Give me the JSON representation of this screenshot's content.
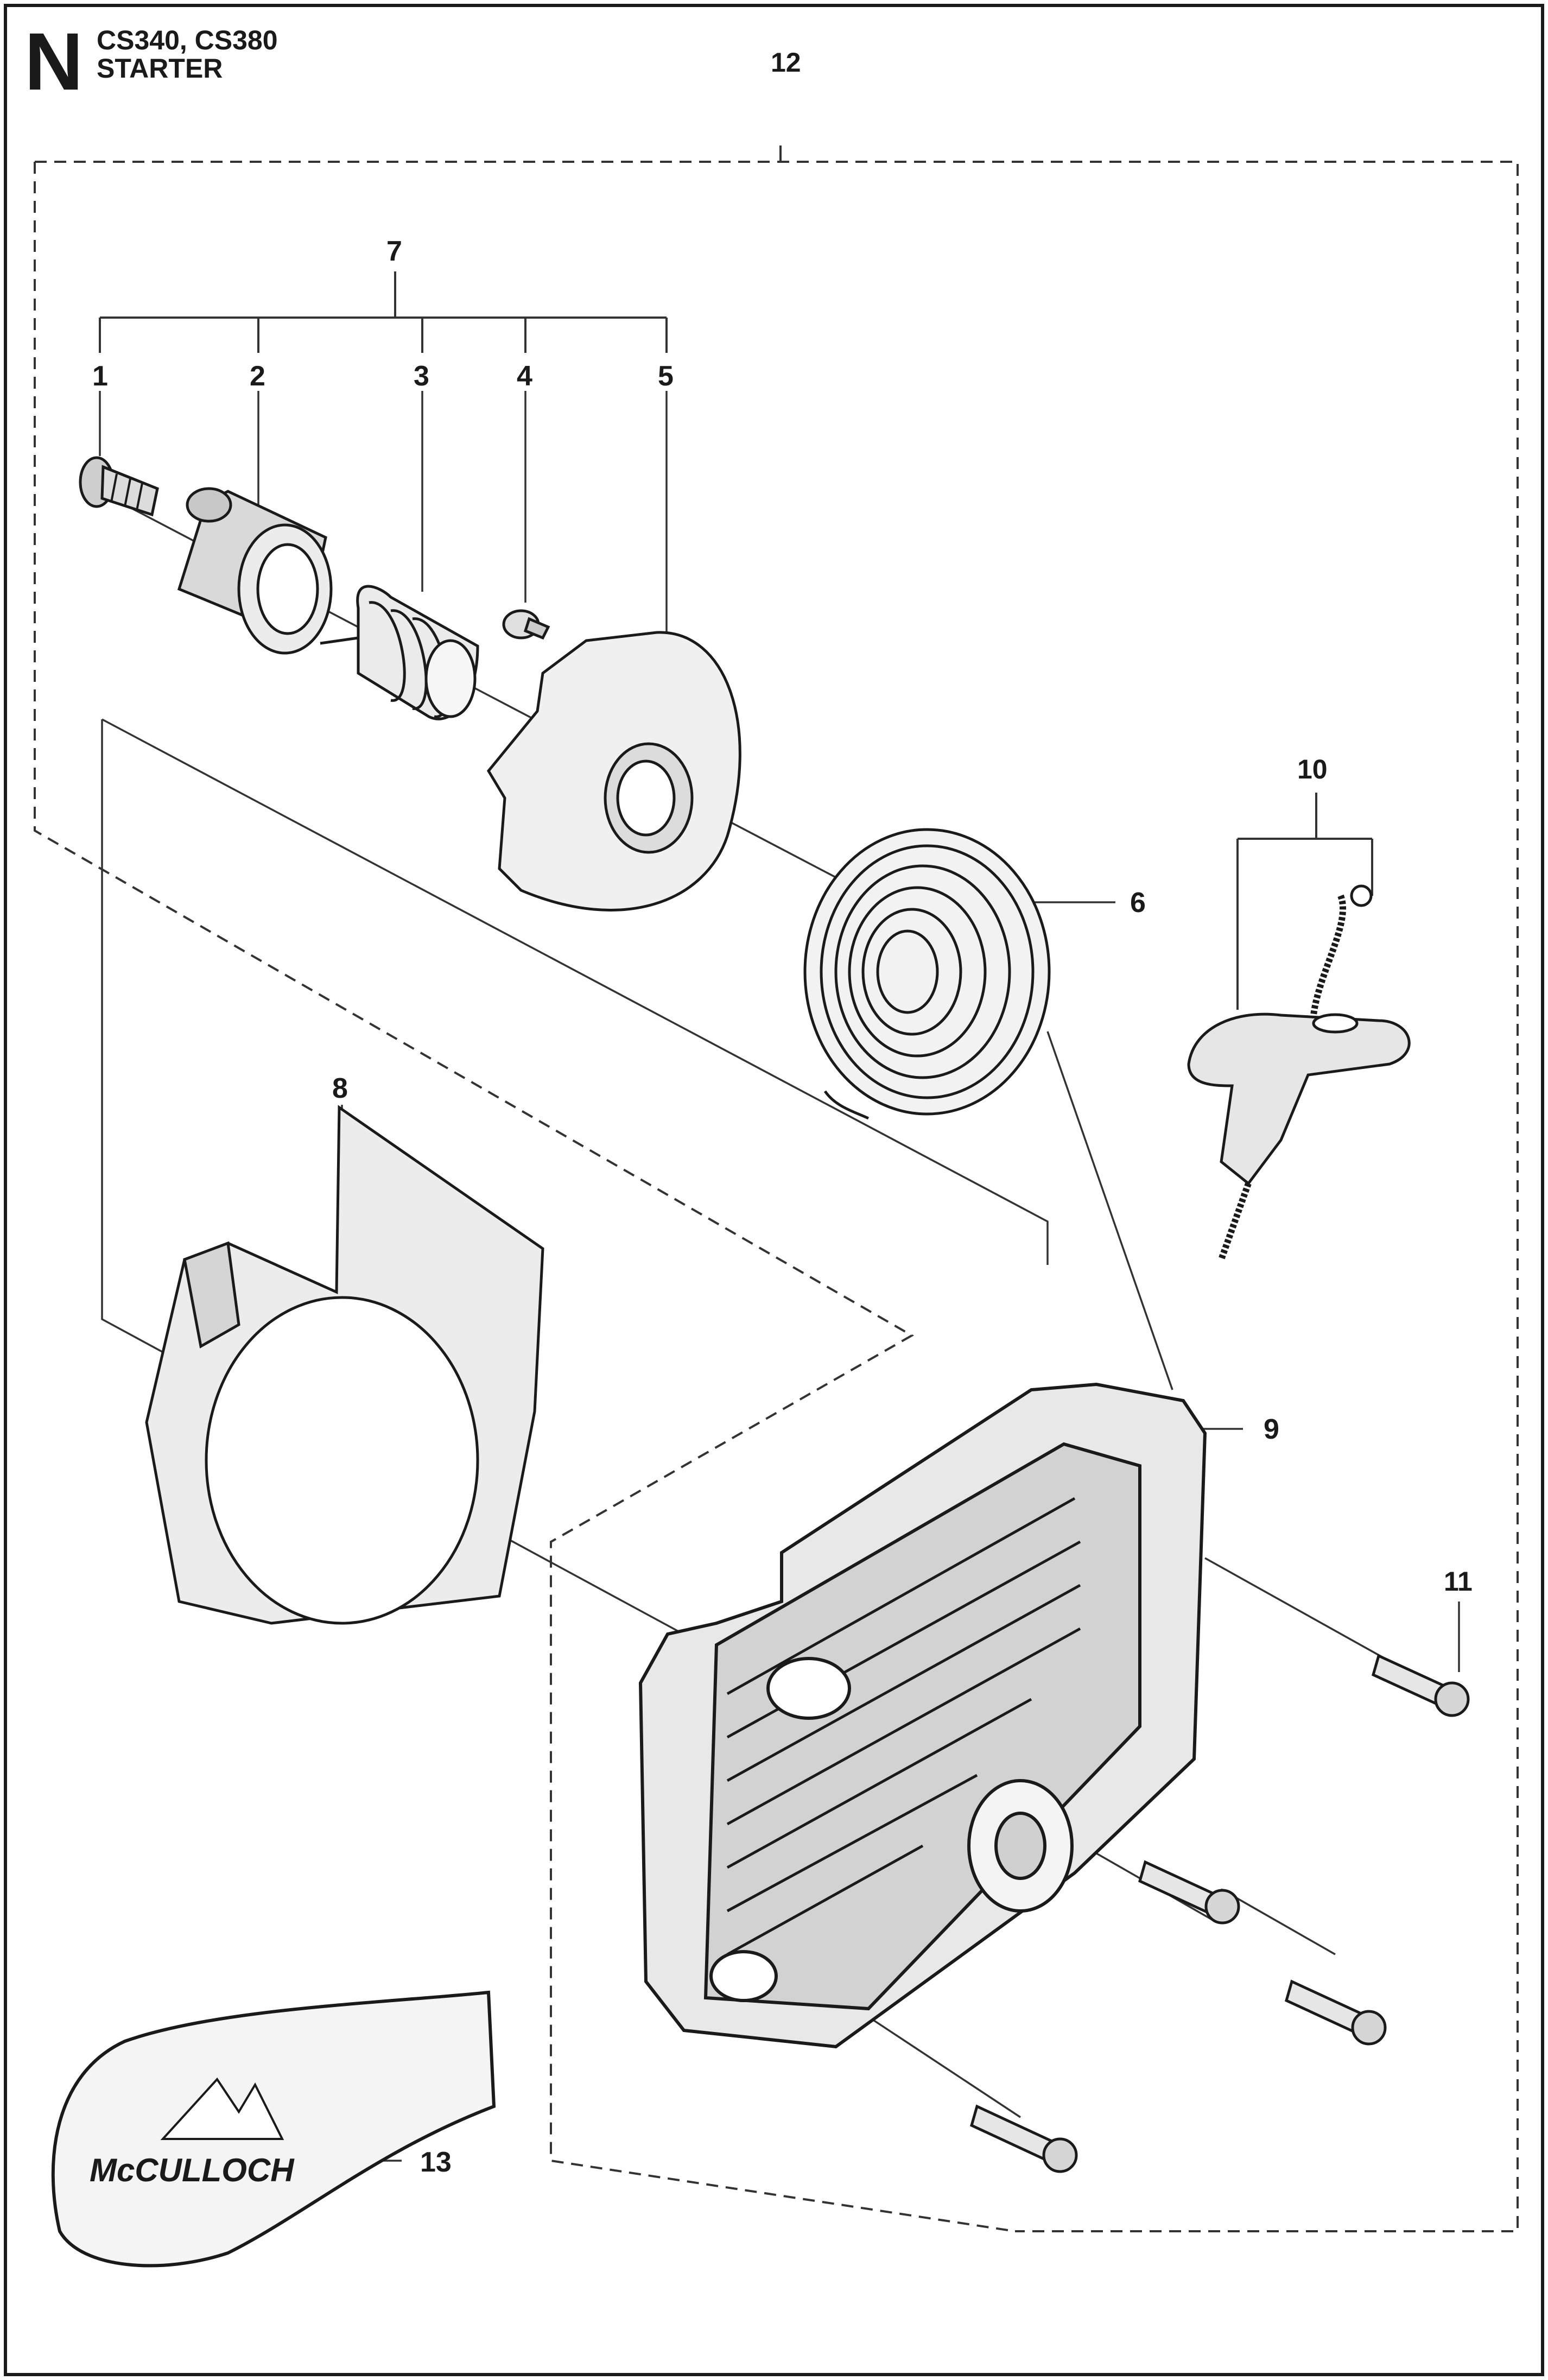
{
  "header": {
    "section_letter": "N",
    "models": "CS340, CS380",
    "title": "STARTER"
  },
  "brand_logo_text": "McCULLOCH",
  "callouts": [
    "1",
    "2",
    "3",
    "4",
    "5",
    "6",
    "7",
    "8",
    "9",
    "10",
    "11",
    "12",
    "13"
  ]
}
